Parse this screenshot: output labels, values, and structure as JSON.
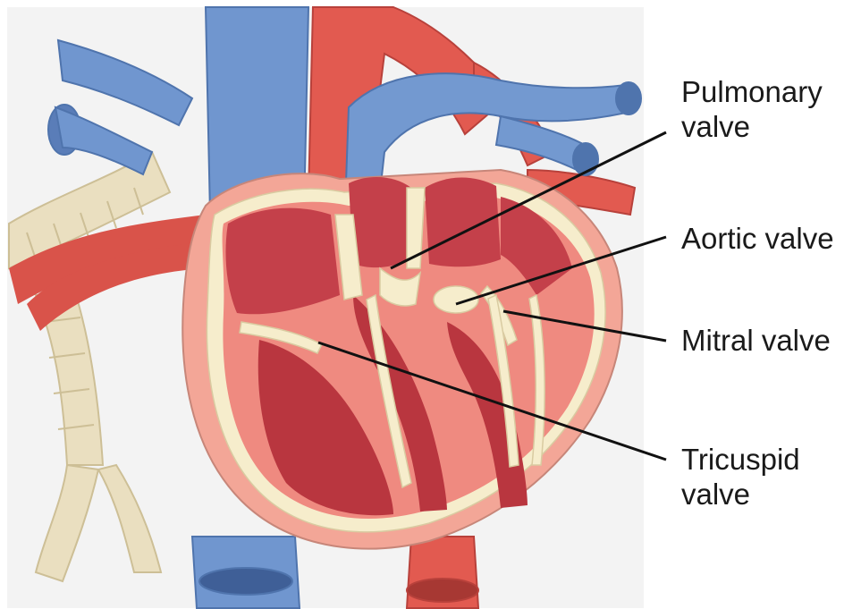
{
  "labels": {
    "pulmonary_line1": "Pulmonary",
    "pulmonary_line2": "valve",
    "aortic": "Aortic valve",
    "mitral": "Mitral valve",
    "tricuspid_line1": "Tricuspid",
    "tricuspid_line2": "valve"
  },
  "colors": {
    "vein_blue": "#6f93c9",
    "artery_red": "#e0584f",
    "heart_wall": "#f2a495",
    "chamber": "#c8414a",
    "valve_cream": "#f6edcc",
    "leader_line": "#111111"
  }
}
